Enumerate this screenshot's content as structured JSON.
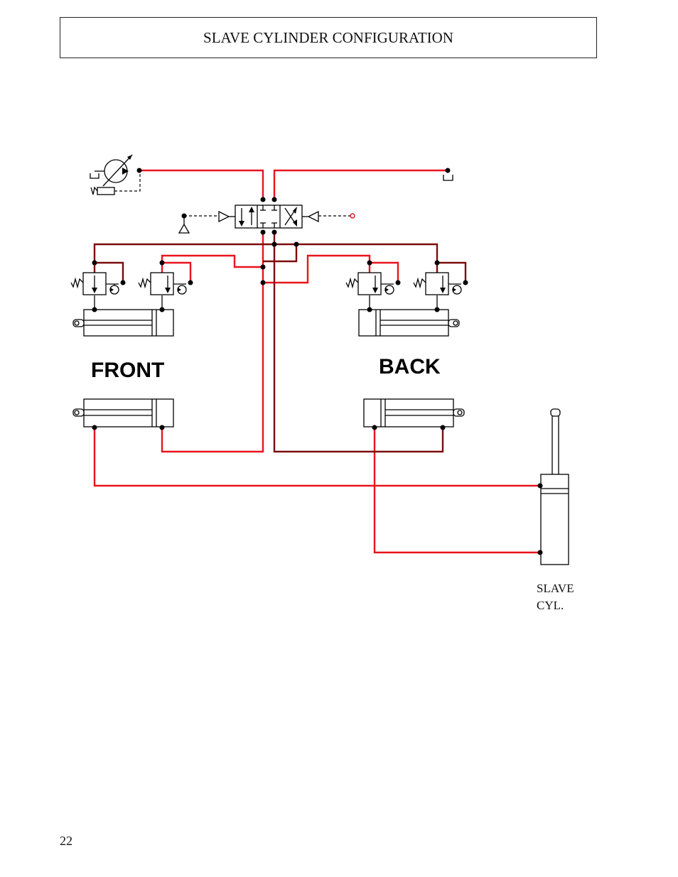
{
  "header": {
    "title": "SLAVE CYLINDER CONFIGURATION"
  },
  "labels": {
    "front": "FRONT",
    "back": "BACK",
    "slave_line1": "SLAVE",
    "slave_line2": "CYL."
  },
  "footer": {
    "page_number": "22"
  },
  "colors": {
    "pressure_line": "#e8141d",
    "return_line": "#7a0c0c",
    "symbol": "#000000"
  }
}
